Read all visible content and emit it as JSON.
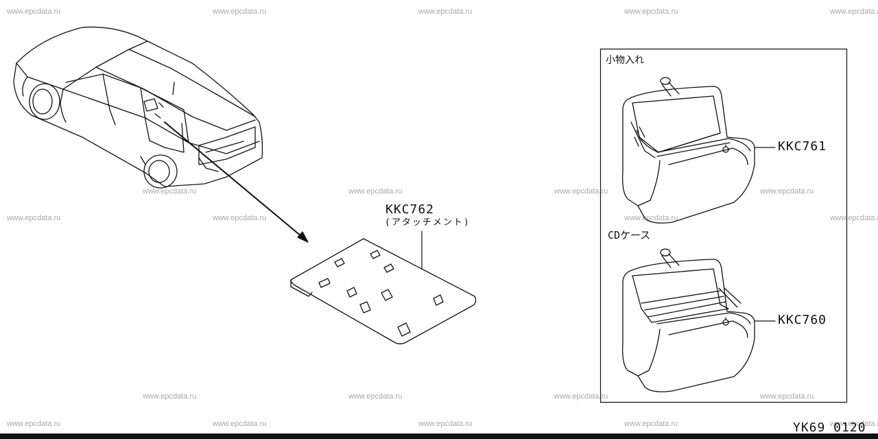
{
  "watermark_text": "www.epcdata.ru",
  "parts": {
    "attachment": {
      "number": "KKC762",
      "sub_label": "(アタッチメント)"
    },
    "small_box": {
      "number": "KKC761",
      "caption": "小物入れ"
    },
    "cd_case": {
      "number": "KKC760",
      "caption": "CDケース"
    }
  },
  "figure_code": "YK69 0120"
}
